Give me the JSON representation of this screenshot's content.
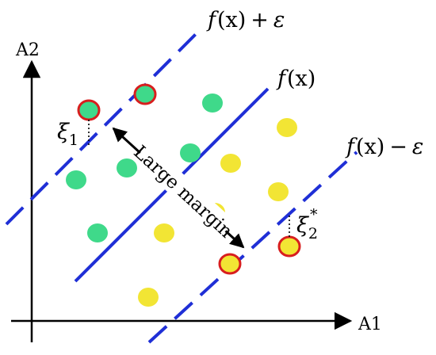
{
  "axes": {
    "x_label": "A1",
    "y_label": "A2"
  },
  "lines": {
    "upper_label": {
      "f": "f",
      "arg": "(x)",
      "op": "+",
      "eps": "ε"
    },
    "middle_label": {
      "f": "f",
      "arg": "(x)"
    },
    "lower_label": {
      "f": "f",
      "arg": "(x)",
      "op": "−",
      "eps": "ε"
    }
  },
  "annotations": {
    "margin_label": "Large margin",
    "xi1": {
      "symbol": "ξ",
      "sub": "1"
    },
    "xi2": {
      "symbol": "ξ",
      "sub": "2",
      "sup": "*"
    }
  },
  "colors": {
    "line": "#1f2fd6",
    "green_point": "#3fd98a",
    "yellow_point": "#f2e534",
    "outlier_stroke": "#d81e1e",
    "axis": "#000000"
  }
}
